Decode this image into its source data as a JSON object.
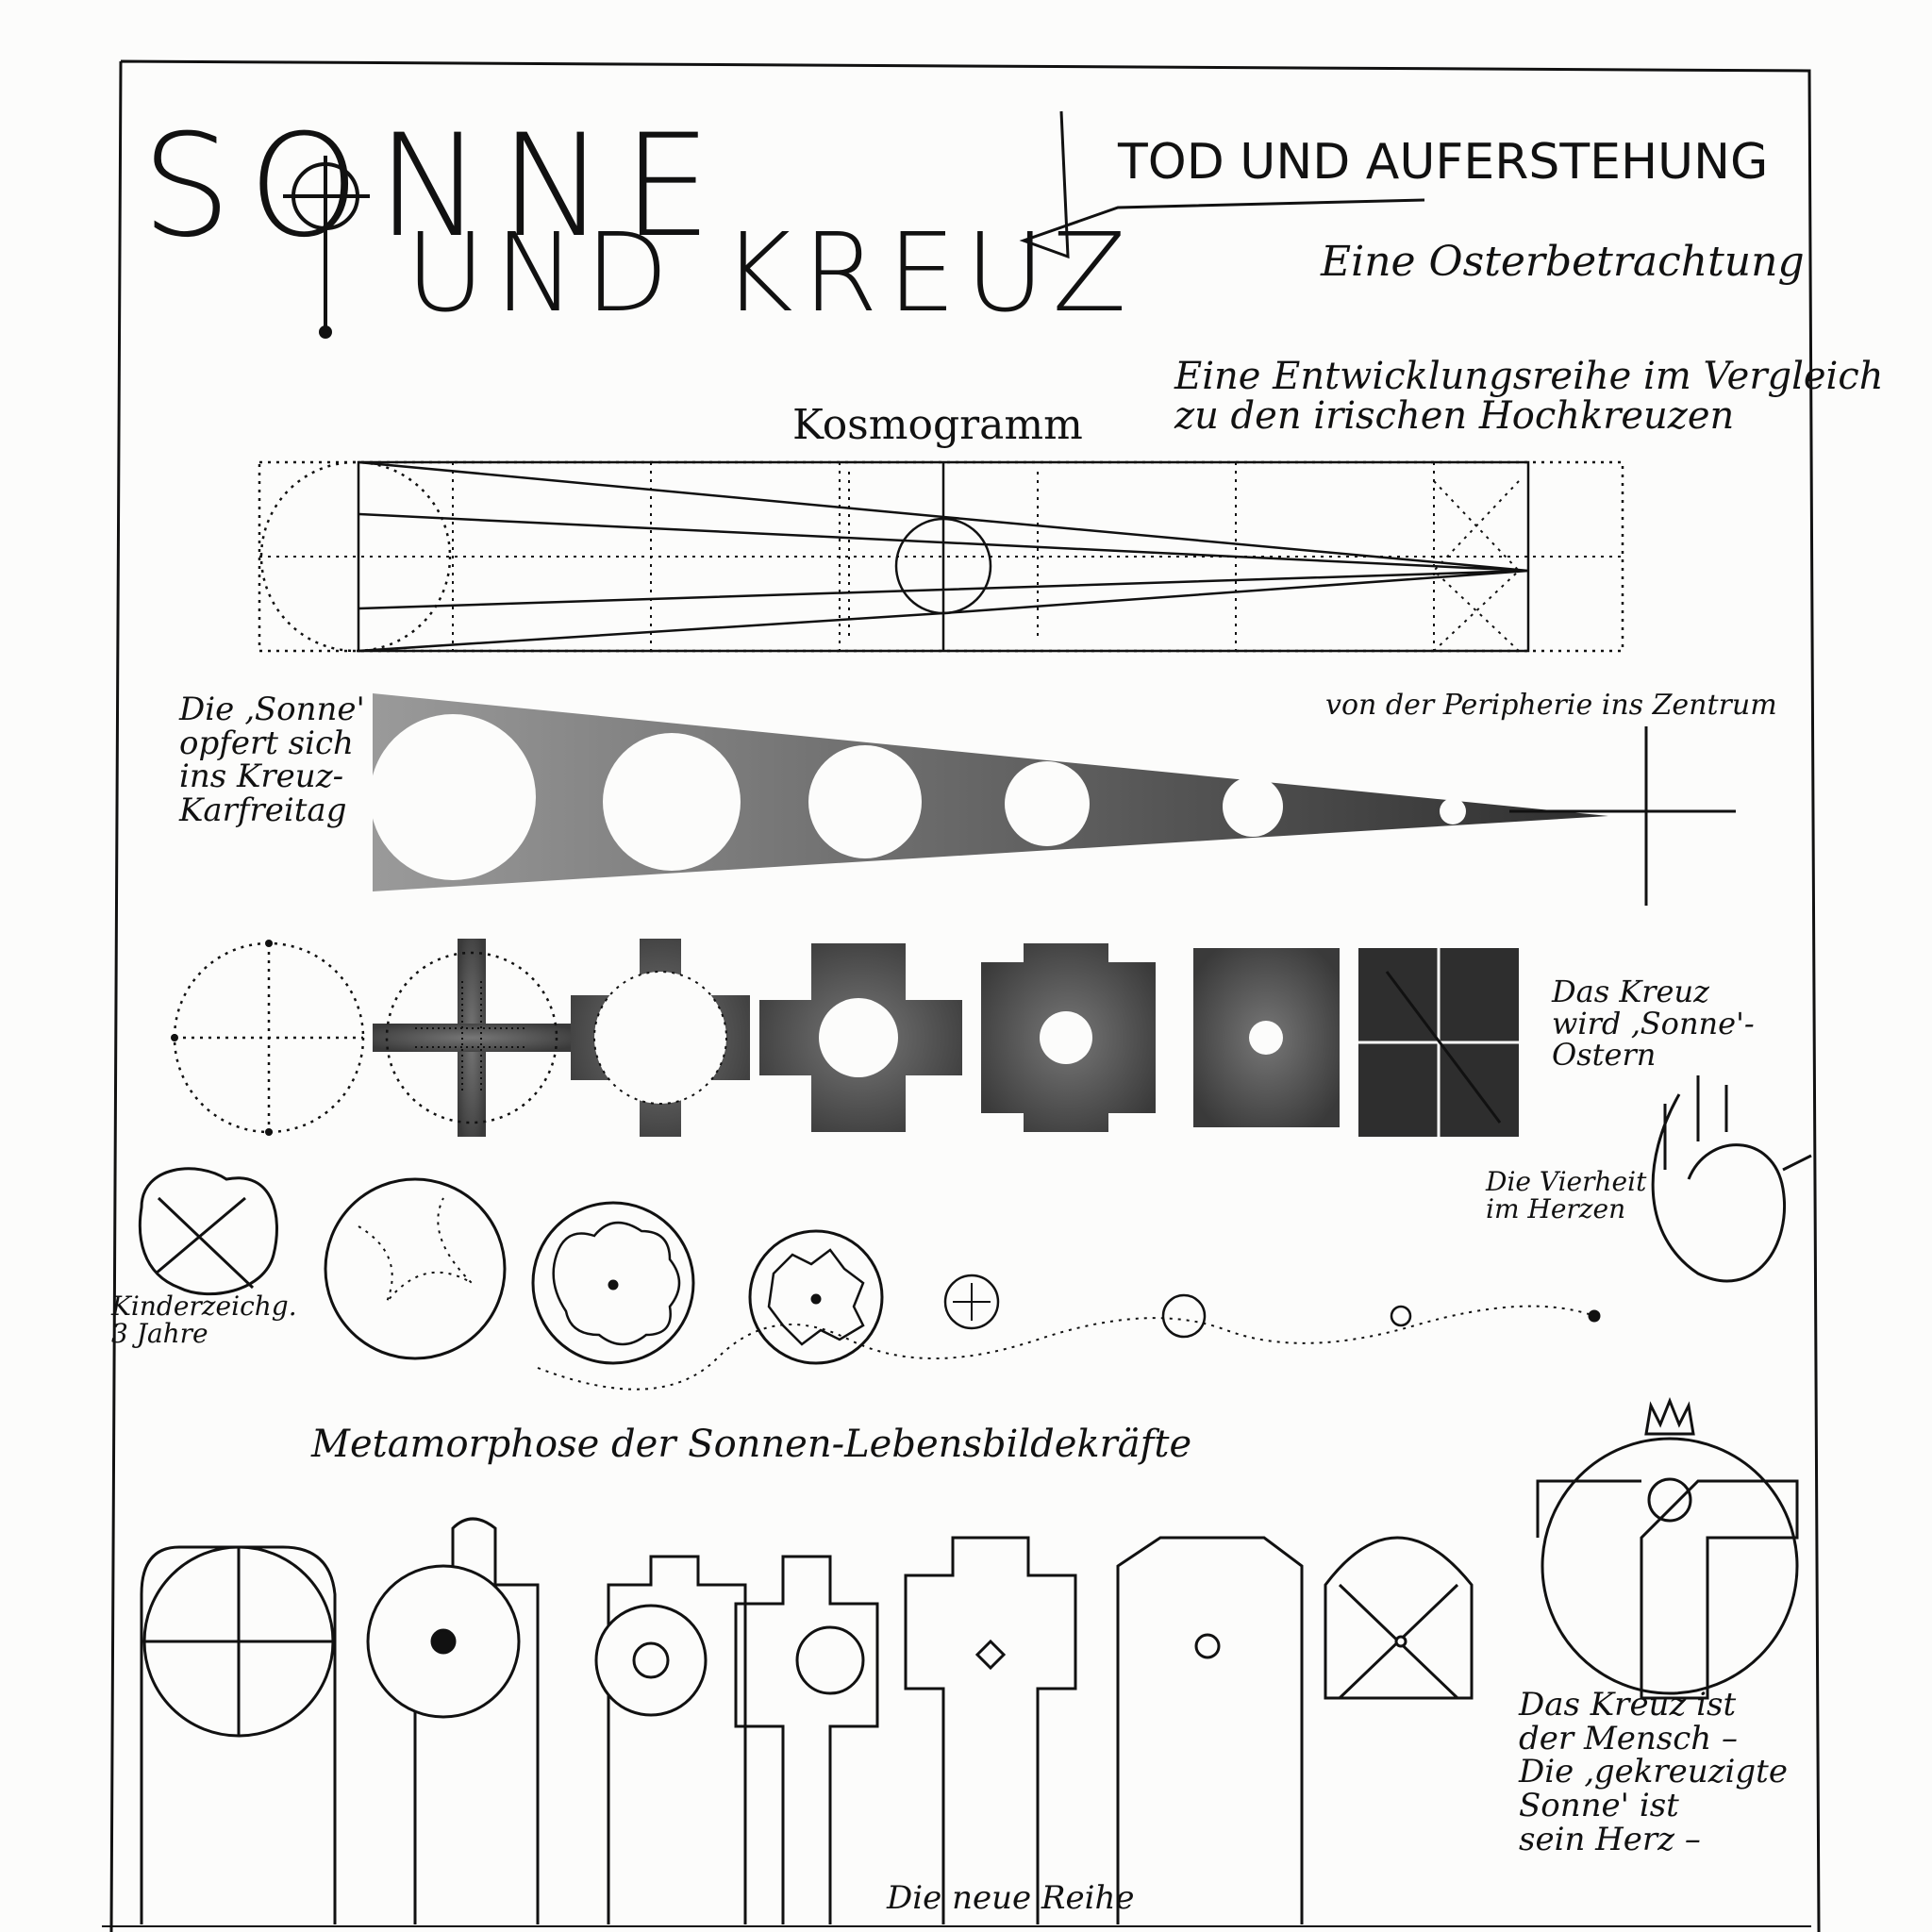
{
  "title": {
    "line1": "SONNE",
    "line2": "UND KREUZ",
    "subtitle": "TOD UND AUFERSTEHUNG",
    "tagline": "Eine Osterbetrachtung"
  },
  "section_kosmogramm": {
    "label": "Kosmogramm",
    "note": "Eine Entwicklungsreihe im Vergleich\nzu den irischen Hochkreuzen"
  },
  "section_sacrifice": {
    "left_text": "Die ‚Sonne'\nopfert sich\nins Kreuz-\nKarfreitag",
    "right_text": "von der Peripherie ins Zentrum"
  },
  "section_cross_sun": {
    "right_text": "Das Kreuz\nwird ‚Sonne'-\nOstern",
    "heart_text": "Die Vierheit\nim Herzen"
  },
  "section_metamorphose": {
    "child_text": "Kinderzeichg.\n3 Jahre",
    "caption": "Metamorphose der Sonnen-Lebensbildekräfte"
  },
  "section_new_series": {
    "right_text": "Das Kreuz ist\nder Mensch –\nDie ‚gekreuzigte\nSonne' ist\nsein Herz –",
    "caption": "Die neue Reihe"
  }
}
